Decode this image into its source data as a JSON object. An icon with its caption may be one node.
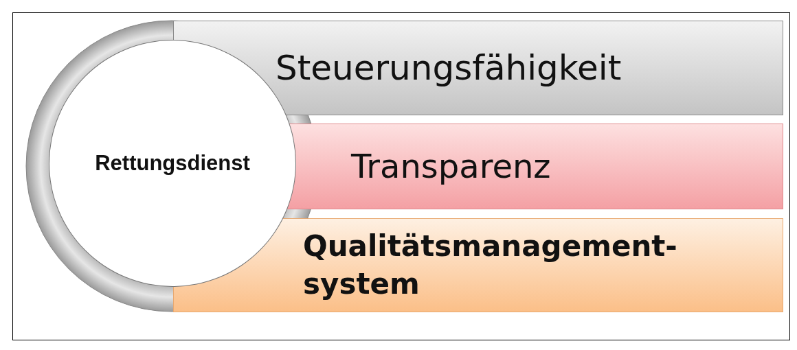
{
  "diagram": {
    "nodes": [
      {
        "text": [
          "Rettungsdienst"
        ]
      },
      {
        "text": [
          "Steuerungsfähigkeit"
        ]
      },
      {
        "text": [
          "Transparenz"
        ]
      },
      {
        "text": [
          "Qualitätsmanagement-system"
        ]
      }
    ]
  }
}
